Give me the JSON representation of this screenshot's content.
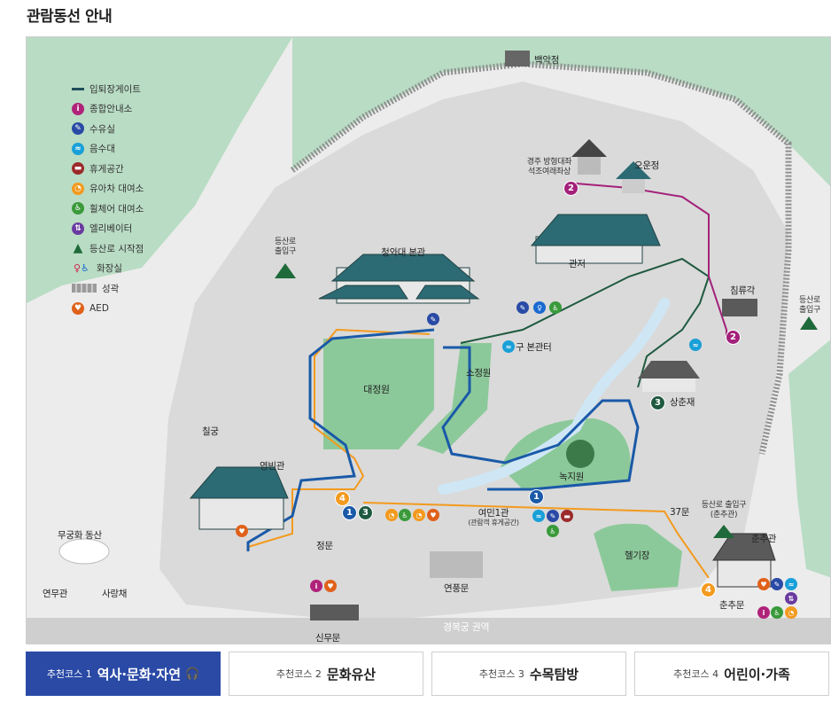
{
  "page_title": "관람동선 안내",
  "legend": [
    {
      "icon": "gate-line-icon",
      "label": "입퇴장게이트",
      "color": "#1f4f5a"
    },
    {
      "icon": "info-icon",
      "label": "종합안내소",
      "color": "#b0237a",
      "glyph": "i"
    },
    {
      "icon": "restroom-water-icon",
      "label": "수유실",
      "color": "#2a4aa6",
      "glyph": "✎"
    },
    {
      "icon": "drinking-fountain-icon",
      "label": "음수대",
      "color": "#1aa0d8",
      "glyph": "≈"
    },
    {
      "icon": "rest-area-icon",
      "label": "휴게공간",
      "color": "#9c2a2a",
      "glyph": "▬"
    },
    {
      "icon": "stroller-icon",
      "label": "유아차 대여소",
      "color": "#f39a1e",
      "glyph": "◔"
    },
    {
      "icon": "wheelchair-icon",
      "label": "휠체어 대여소",
      "color": "#3a9a3a",
      "glyph": "♿"
    },
    {
      "icon": "elevator-icon",
      "label": "엘리베이터",
      "color": "#6a3aa0",
      "glyph": "⇅"
    },
    {
      "icon": "trailhead-icon",
      "label": "등산로 시작점",
      "color": "#1f6a3a",
      "glyph": "▲"
    },
    {
      "icon": "toilet-icon",
      "label": "화장실",
      "color": "#1a6ad0",
      "glyph": "♿"
    },
    {
      "icon": "castle-wall-icon",
      "label": "성곽",
      "color": "#9a9a9a",
      "glyph": ""
    },
    {
      "icon": "aed-icon",
      "label": "AED",
      "color": "#e0611a",
      "glyph": "♥"
    }
  ],
  "places": {
    "bugak": "백악정",
    "buddha": "경주 방형대좌\n석조여래좌상",
    "oun": "오운정",
    "gwanjeo": "관저",
    "chimnyu": "침류각",
    "main_building": "청와대 본관",
    "daejeongwon": "대정원",
    "sojeongwon": "소정원",
    "old_annex": "구 본관터",
    "sangchunjae": "상춘재",
    "nokjiwon": "녹지원",
    "chilgung": "칠궁",
    "yeongbingwan": "영빈관",
    "mugunghwa": "무궁화 동산",
    "yeonmugwan": "연무관",
    "sarangchae": "사랑채",
    "jeongmun": "정문",
    "sinmumun": "신무문",
    "yeonpungmun": "연풍문",
    "yeomin": "여민1관",
    "yeomin_sub": "(관람객 휴게공간)",
    "heliport": "헬기장",
    "gate37": "37문",
    "chunchugwan": "춘추관",
    "chunchumun": "춘추문",
    "gyeongbok": "경복궁 권역",
    "hiking_west": "등산로\n출입구",
    "hiking_east": "등산로\n출입구",
    "hiking_chunchu": "등산로 출입구\n(춘추관)"
  },
  "course_markers": [
    "1",
    "2",
    "3",
    "4"
  ],
  "tabs": [
    {
      "prefix": "추천코스 1",
      "name": "역사·문화·자연",
      "active": true
    },
    {
      "prefix": "추천코스 2",
      "name": "문화유산",
      "active": false
    },
    {
      "prefix": "추천코스 3",
      "name": "수목탐방",
      "active": false
    },
    {
      "prefix": "추천코스 4",
      "name": "어린이·가족",
      "active": false
    }
  ],
  "colors": {
    "course1": "#1a5aa8",
    "course2": "#a3217a",
    "course3": "#1f5a40",
    "course4": "#f39a1e",
    "mountain": "#b9dcc4",
    "lawn": "#8cc99a",
    "active_tab": "#2a4aa6"
  }
}
